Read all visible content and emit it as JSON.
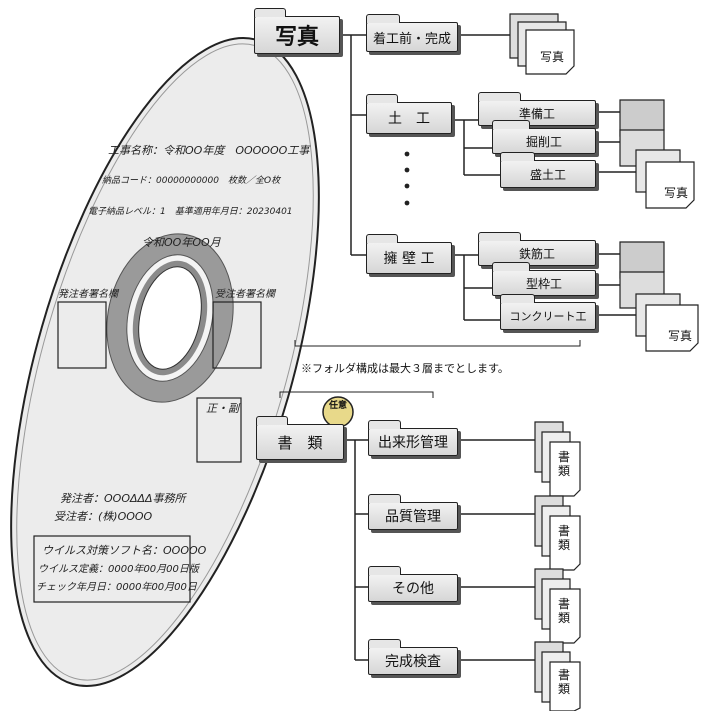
{
  "disc": {
    "construction_name": "工事名称：令和OO年度　OOOOOO工事",
    "delivery_code": "納品コード：00000000000　枚数／全O枚",
    "e_delivery_level": "電子納品レベル：1　基準適用年月日：20230401",
    "date": "令和OO年OO月",
    "orderer_sign": "発注者署名欄",
    "contractor_sign": "受注者署名欄",
    "copy_mark": "正・副",
    "orderer": "発注者：OOOΔΔΔ事務所",
    "contractor": "受注者：(株)OOOO",
    "virus_software": "ウイルス対策ソフト名：OOOOO",
    "virus_definition": "ウイルス定義：0000年00月00日版",
    "check_date": "チェック年月日：0000年00月00日"
  },
  "tree": {
    "root_photos": "写真",
    "before_complete": "着工前・完成",
    "earthwork": "土　工",
    "retaining_wall": "擁 壁 工",
    "prep_work": "準備工",
    "excavation": "掘削工",
    "embankment": "盛土工",
    "rebar": "鉄筋工",
    "formwork": "型枠工",
    "concrete": "コンクリート工",
    "photo_file": "写真",
    "note": "※フォルダ構成は最大３層までとします。",
    "root_docs": "書　類",
    "optional": "任意",
    "output_mgmt": "出来形管理",
    "quality_mgmt": "品質管理",
    "others": "その他",
    "completion_inspection": "完成検査",
    "doc_file": "書類"
  }
}
